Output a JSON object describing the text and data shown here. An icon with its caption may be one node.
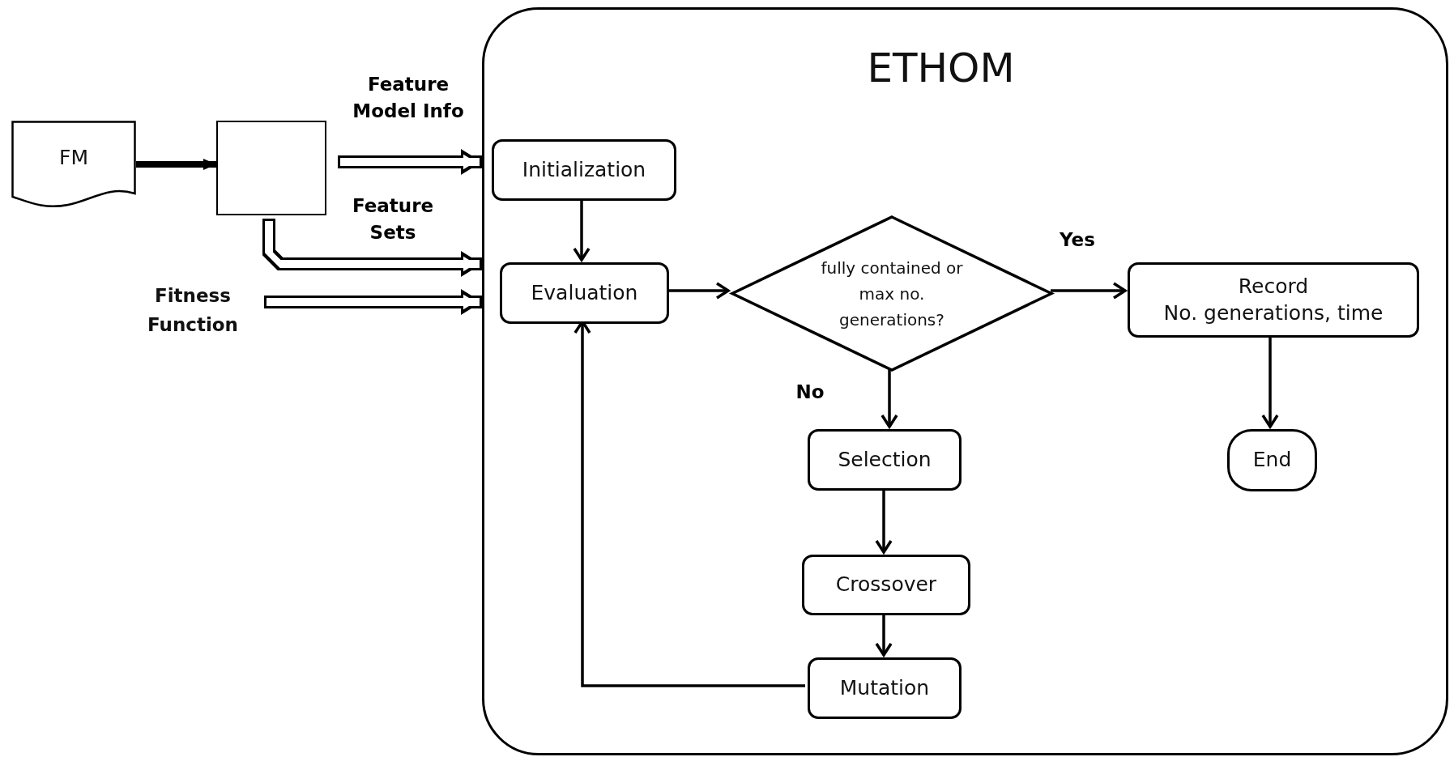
{
  "diagram": {
    "nodes": [
      {
        "text": [
          "FM"
        ]
      },
      {
        "text": [],
        "shape": "box"
      },
      {
        "text": [
          "Fitness Function"
        ]
      },
      {
        "text": [
          "ETHOM"
        ]
      },
      {
        "text": [
          "Initialization"
        ],
        "in": 3
      },
      {
        "text": [
          "Evaluation"
        ],
        "in": 3
      },
      {
        "text": [
          "fully contained or max no. generations?"
        ],
        "in": 3
      },
      {
        "text": [
          "Record",
          "No. generations, time"
        ],
        "in": 3
      },
      {
        "text": [
          "Selection"
        ],
        "in": 3
      },
      {
        "text": [
          "End"
        ],
        "in": 3
      },
      {
        "text": [
          "Crossover"
        ],
        "in": 3
      },
      {
        "text": [
          "Mutation"
        ],
        "in": 3
      }
    ],
    "edges": [
      {
        "from": 0,
        "to": 1,
        "arrow": "to",
        "style": "thick"
      },
      {
        "from": 1,
        "to": 3,
        "arrow": "to",
        "label": "Feature Model Info",
        "style": "thick"
      },
      {
        "from": 1,
        "to": 3,
        "arrow": "to",
        "label": "Feature Sets",
        "style": "thick"
      },
      {
        "from": 2,
        "to": 3,
        "arrow": "to",
        "style": "thick"
      },
      {
        "from": 4,
        "to": 5,
        "arrow": "to"
      },
      {
        "from": 5,
        "to": 6,
        "arrow": "to"
      },
      {
        "from": 6,
        "to": 7,
        "arrow": "to",
        "label": "Yes"
      },
      {
        "from": 6,
        "to": 8,
        "arrow": "to",
        "label": "No"
      },
      {
        "from": 7,
        "to": 9,
        "arrow": "to"
      },
      {
        "from": 8,
        "to": 10,
        "arrow": "to"
      },
      {
        "from": 10,
        "to": 11,
        "arrow": "to"
      },
      {
        "from": 11,
        "to": 5,
        "arrow": "to"
      }
    ]
  }
}
